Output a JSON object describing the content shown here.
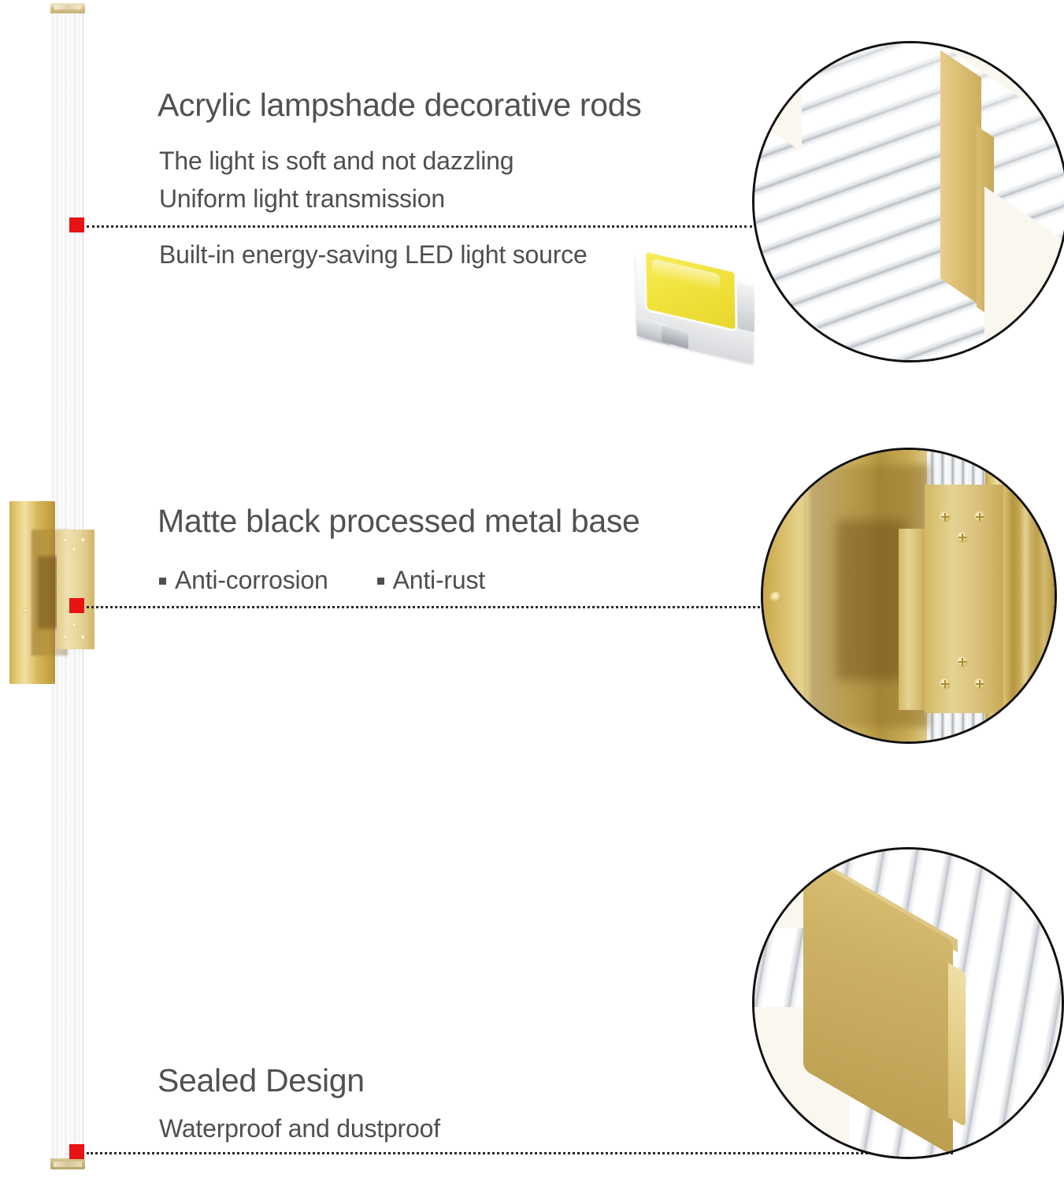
{
  "page": {
    "background_color": "#ffffff",
    "text_color": "#4f4f4f",
    "marker_color": "#e81313",
    "gold_color": "#d9bf72",
    "led_color": "#f2e43f",
    "circle_border_color": "#111111",
    "circle_fill_color": "#faf7ee"
  },
  "sections": [
    {
      "id": "acrylic",
      "heading": "Acrylic lampshade decorative rods",
      "lines": [
        "The light is soft and not dazzling",
        "Uniform light transmission"
      ],
      "note": "Built-in energy-saving LED light source",
      "detail_caption": "acrylic-rods-closeup"
    },
    {
      "id": "base",
      "heading": "Matte black processed metal base",
      "bullets": [
        "Anti-corrosion",
        "Anti-rust"
      ],
      "detail_caption": "metal-base-closeup"
    },
    {
      "id": "sealed",
      "heading": "Sealed Design",
      "lines": [
        "Waterproof and dustproof"
      ],
      "detail_caption": "sealed-end-cap-closeup"
    }
  ],
  "product": {
    "name": "vertical-led-wall-light",
    "parts": [
      "acrylic-rod-shade",
      "gold-top-cap",
      "gold-bottom-cap",
      "wall-mount-bracket"
    ]
  }
}
